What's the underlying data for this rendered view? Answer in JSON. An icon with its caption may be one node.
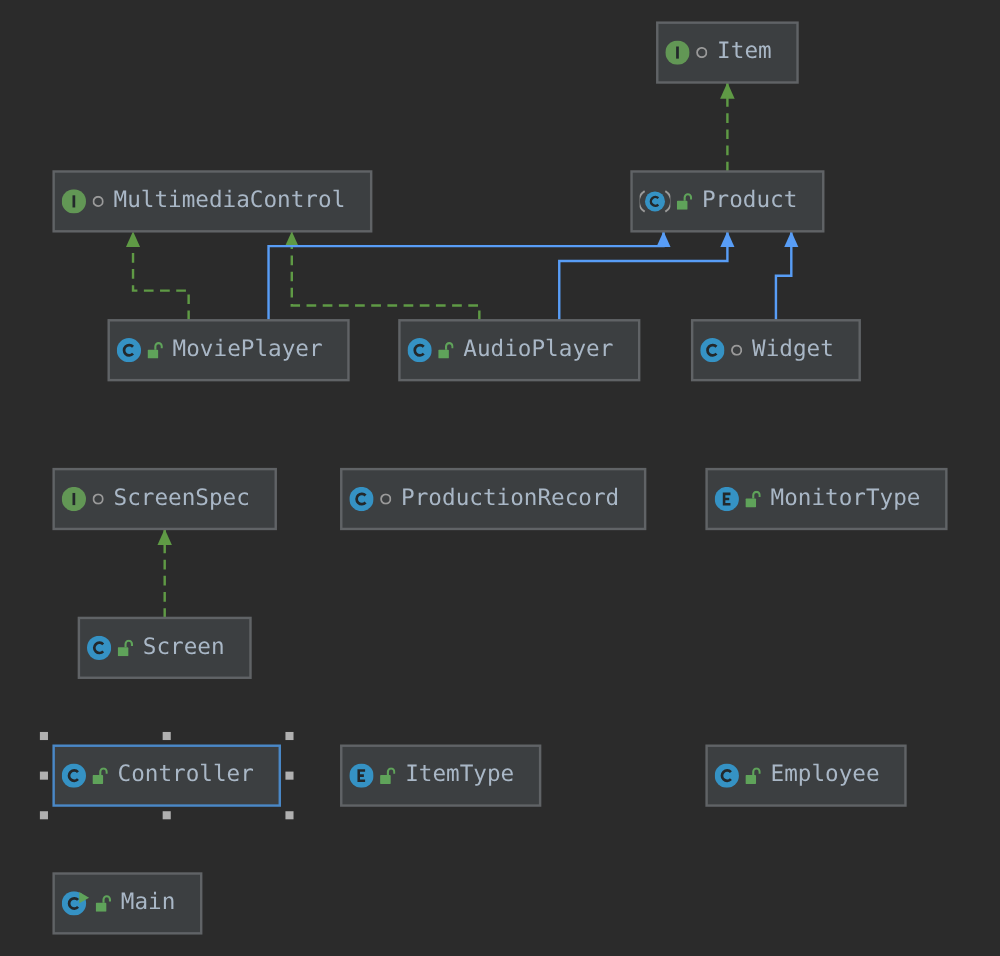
{
  "diagram": {
    "nodes": [
      {
        "text": [
          "Item"
        ]
      },
      {
        "text": [
          "MultimediaControl"
        ]
      },
      {
        "text": [
          "Product"
        ]
      },
      {
        "text": [
          "MoviePlayer"
        ]
      },
      {
        "text": [
          "AudioPlayer"
        ]
      },
      {
        "text": [
          "Widget"
        ]
      },
      {
        "text": [
          "ScreenSpec"
        ]
      },
      {
        "text": [
          "ProductionRecord"
        ]
      },
      {
        "text": [
          "MonitorType"
        ]
      },
      {
        "text": [
          "Screen"
        ]
      },
      {
        "text": [
          "Controller"
        ]
      },
      {
        "text": [
          "ItemType"
        ]
      },
      {
        "text": [
          "Employee"
        ]
      },
      {
        "text": [
          "Main"
        ]
      }
    ],
    "edges": [
      {
        "from": 2,
        "to": 0,
        "arrow": "to",
        "style": "dashed"
      },
      {
        "from": 3,
        "to": 1,
        "arrow": "to",
        "style": "dashed"
      },
      {
        "from": 4,
        "to": 1,
        "arrow": "to",
        "style": "dashed"
      },
      {
        "from": 3,
        "to": 2,
        "arrow": "to",
        "color": "#589df6"
      },
      {
        "from": 4,
        "to": 2,
        "arrow": "to",
        "color": "#589df6"
      },
      {
        "from": 5,
        "to": 2,
        "arrow": "to",
        "color": "#589df6"
      },
      {
        "from": 9,
        "to": 6,
        "arrow": "to",
        "style": "dashed"
      }
    ]
  }
}
